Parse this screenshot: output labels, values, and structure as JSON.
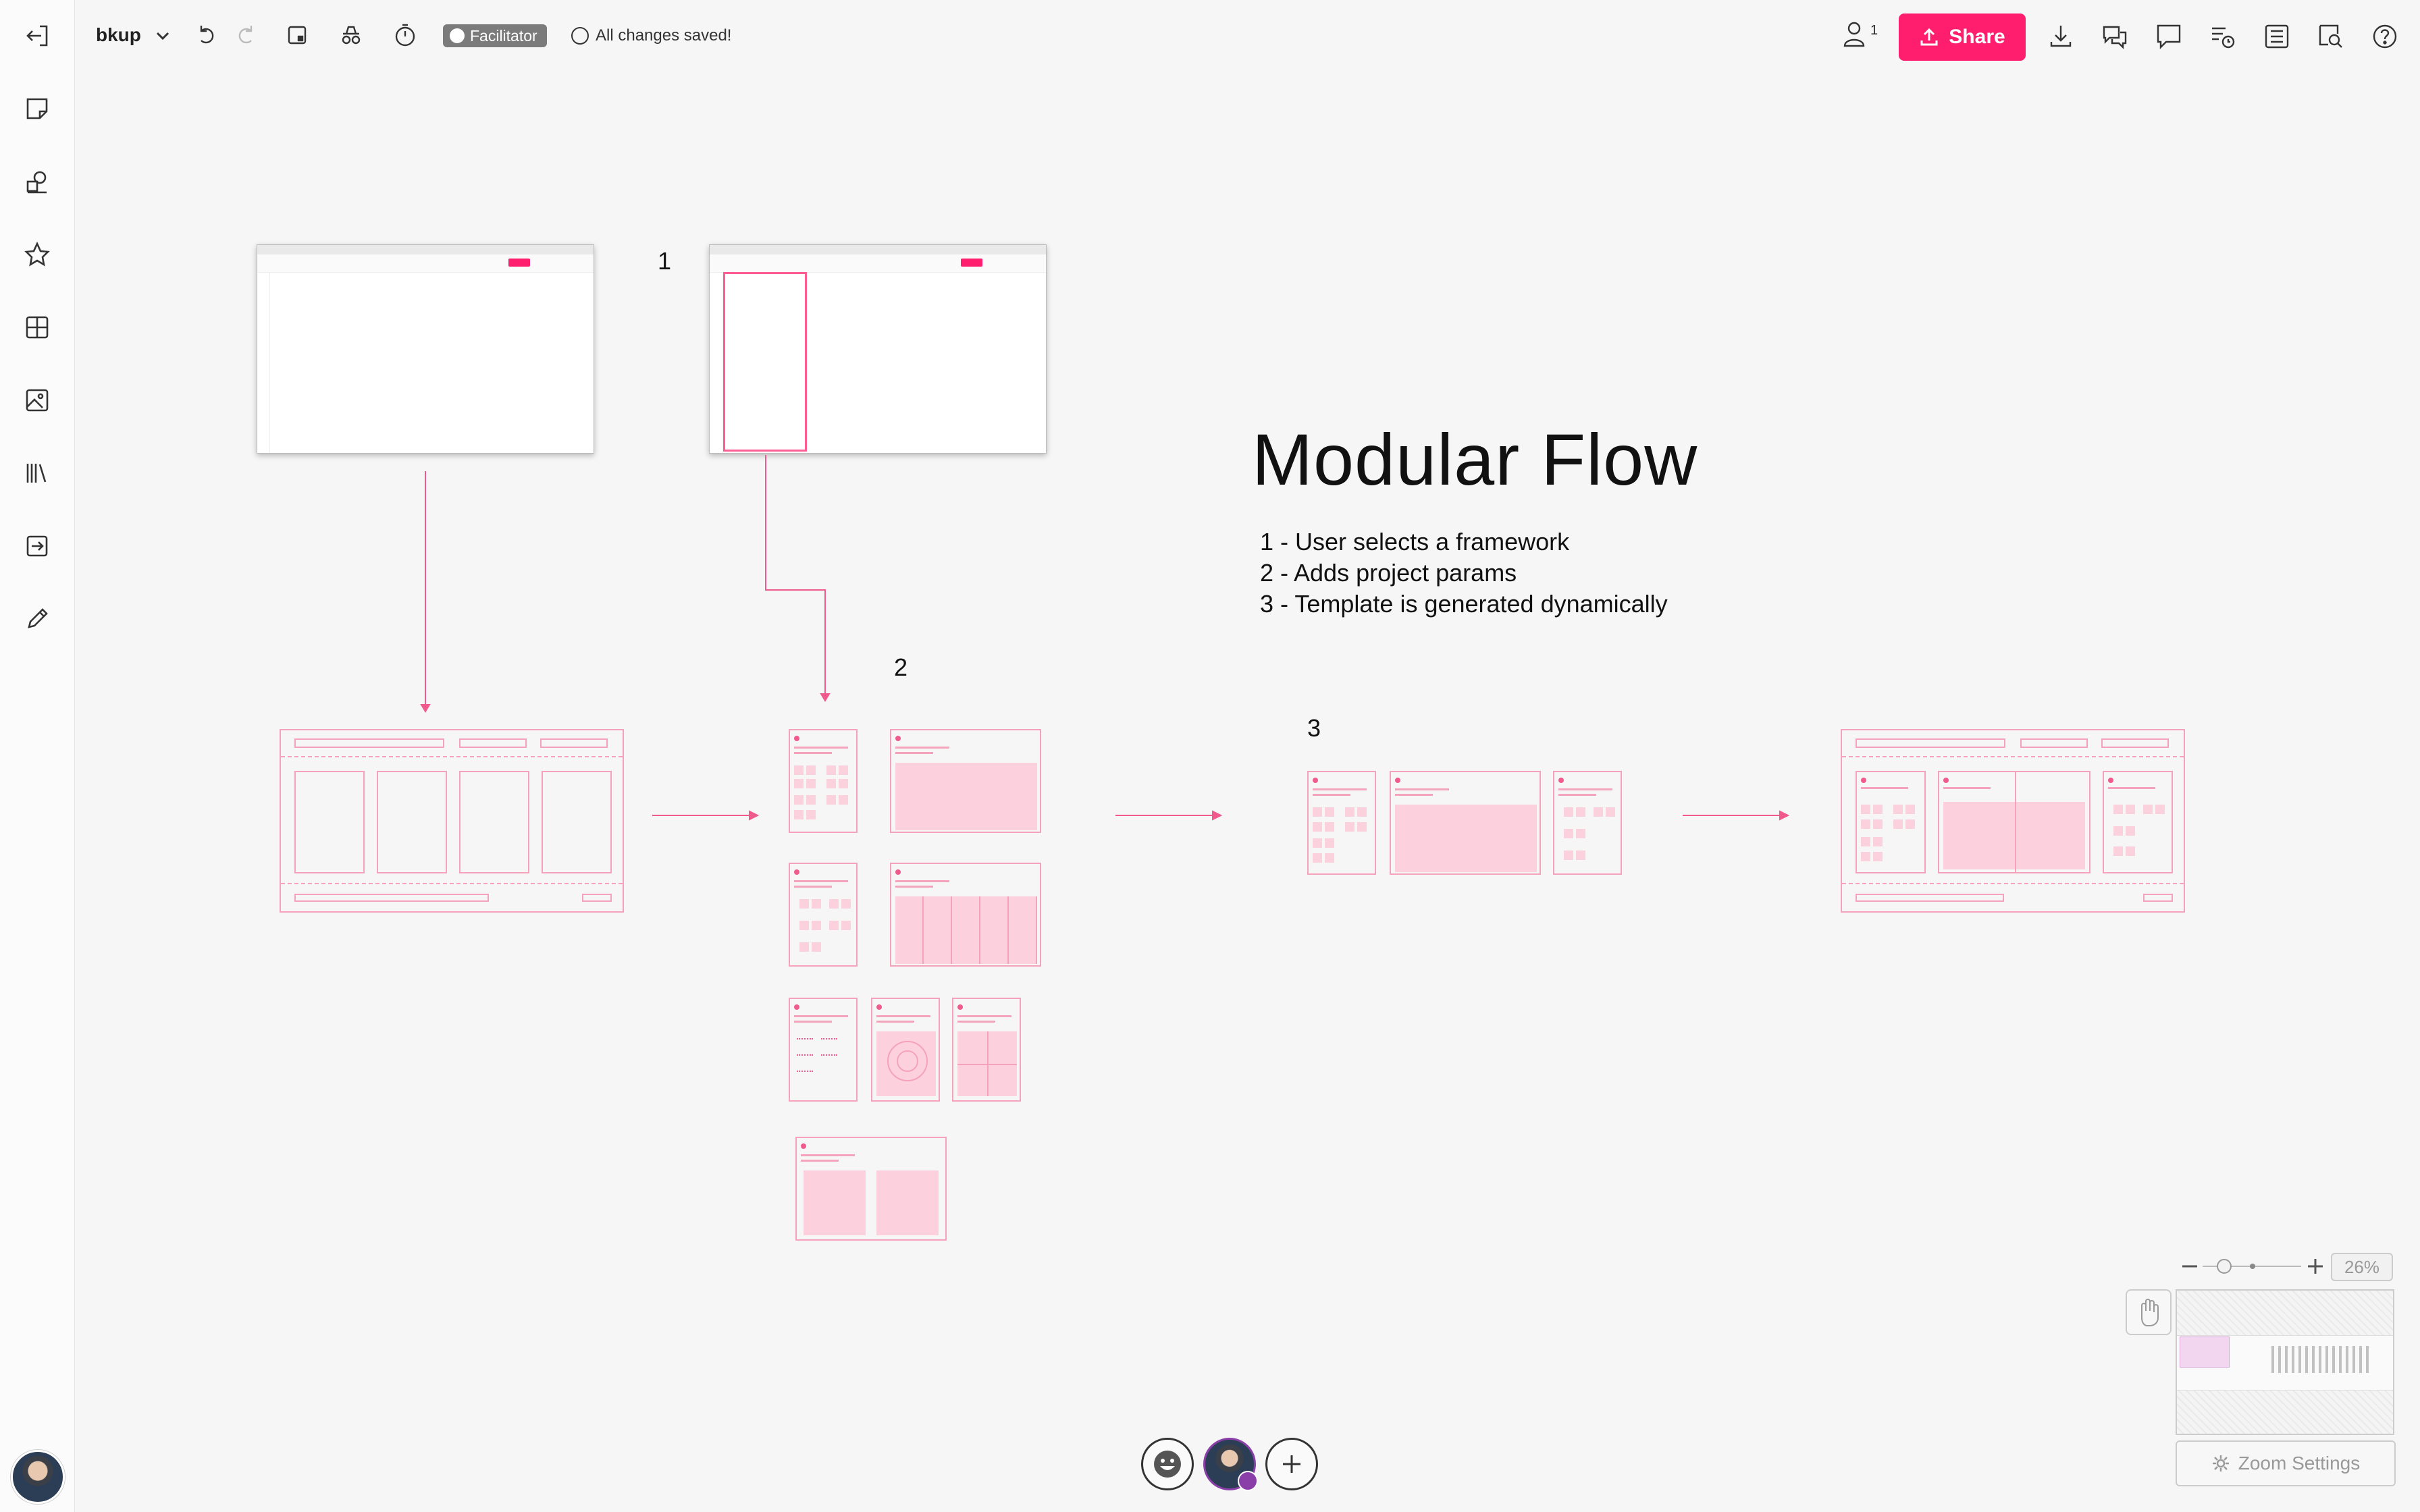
{
  "board": {
    "name": "bkup"
  },
  "toolbar": {
    "facilitator_label": "Facilitator",
    "status_text": "All changes saved!",
    "collaborator_count": "1",
    "share_label": "Share"
  },
  "sidebar": {
    "items": [
      {
        "name": "exit",
        "icon": "exit-icon"
      },
      {
        "name": "sticky-note",
        "icon": "sticky-note-icon"
      },
      {
        "name": "shapes",
        "icon": "shapes-icon"
      },
      {
        "name": "favorites",
        "icon": "star-icon"
      },
      {
        "name": "templates",
        "icon": "grid-icon"
      },
      {
        "name": "images",
        "icon": "image-icon"
      },
      {
        "name": "library",
        "icon": "library-icon"
      },
      {
        "name": "import",
        "icon": "import-icon"
      },
      {
        "name": "pen",
        "icon": "pencil-icon"
      }
    ]
  },
  "canvas": {
    "title": "Modular Flow",
    "steps": [
      "1 - User selects a framework",
      "2 - Adds project params",
      "3 - Template is generated dynamically"
    ],
    "labels": {
      "one": "1",
      "two": "2",
      "three": "3"
    }
  },
  "zoom": {
    "percent": "26%",
    "settings_label": "Zoom Settings"
  },
  "colors": {
    "accent": "#ff1e6e",
    "wire": "#f5a3bd",
    "wire_fill": "#fbd1de"
  }
}
